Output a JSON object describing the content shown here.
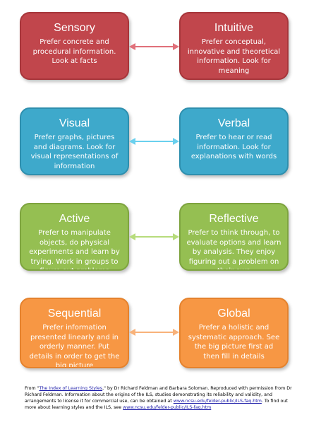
{
  "boxes": {
    "sensory": {
      "title": "Sensory",
      "desc": "Prefer concrete and procedural information. Look at facts",
      "color": "#c1464c"
    },
    "intuitive": {
      "title": "Intuitive",
      "desc": "Prefer conceptual, innovative and theoretical information. Look for meaning",
      "color": "#c1464c"
    },
    "visual": {
      "title": "Visual",
      "desc": "Prefer graphs, pictures and diagrams. Look for visual representations of information",
      "color": "#3ea9cb"
    },
    "verbal": {
      "title": "Verbal",
      "desc": "Prefer to hear or read information. Look for explanations with words",
      "color": "#3ea9cb"
    },
    "active": {
      "title": "Active",
      "desc": "Prefer to manipulate objects, do physical experiments and learn by trying. Work in groups to figure out problems",
      "color": "#95bf52"
    },
    "reflective": {
      "title": "Reflective",
      "desc": "Prefer to think through, to evaluate options and learn by analysis. They enjoy figuring out a problem on their own",
      "color": "#95bf52"
    },
    "sequential": {
      "title": "Sequential",
      "desc": "Prefer information presented linearly and in orderly manner. Put details in order to get the big picture",
      "color": "#f79744"
    },
    "global": {
      "title": "Global",
      "desc": "Prefer a holistic and systematic approach. See the big picture first ad then fill in details",
      "color": "#f79744"
    }
  },
  "arrow_colors": {
    "row1": "#e0707a",
    "row2": "#6ad0ee",
    "row3": "#b7dc7c",
    "row4": "#f8b27a"
  },
  "citation": {
    "prefix": "From \"",
    "source_title": "The Index of Learning Styles",
    "middle": ",\" by Dr Richard Feldman and Barbara Soloman. Reproduced with permission from Dr Richard Feldman. Information about the origins of the ILS, studies demonstrating its reliability and validity, and arrangements to license it for commercial use, can be obtained at",
    "link1": "www.ncsu.edu/felder-public/ILS-faq.htm",
    "after_link1": ". To find out more about learning styles and the ILS, see",
    "link2": "www.ncsu.edu/felder-public/ILS-faq.htm"
  }
}
